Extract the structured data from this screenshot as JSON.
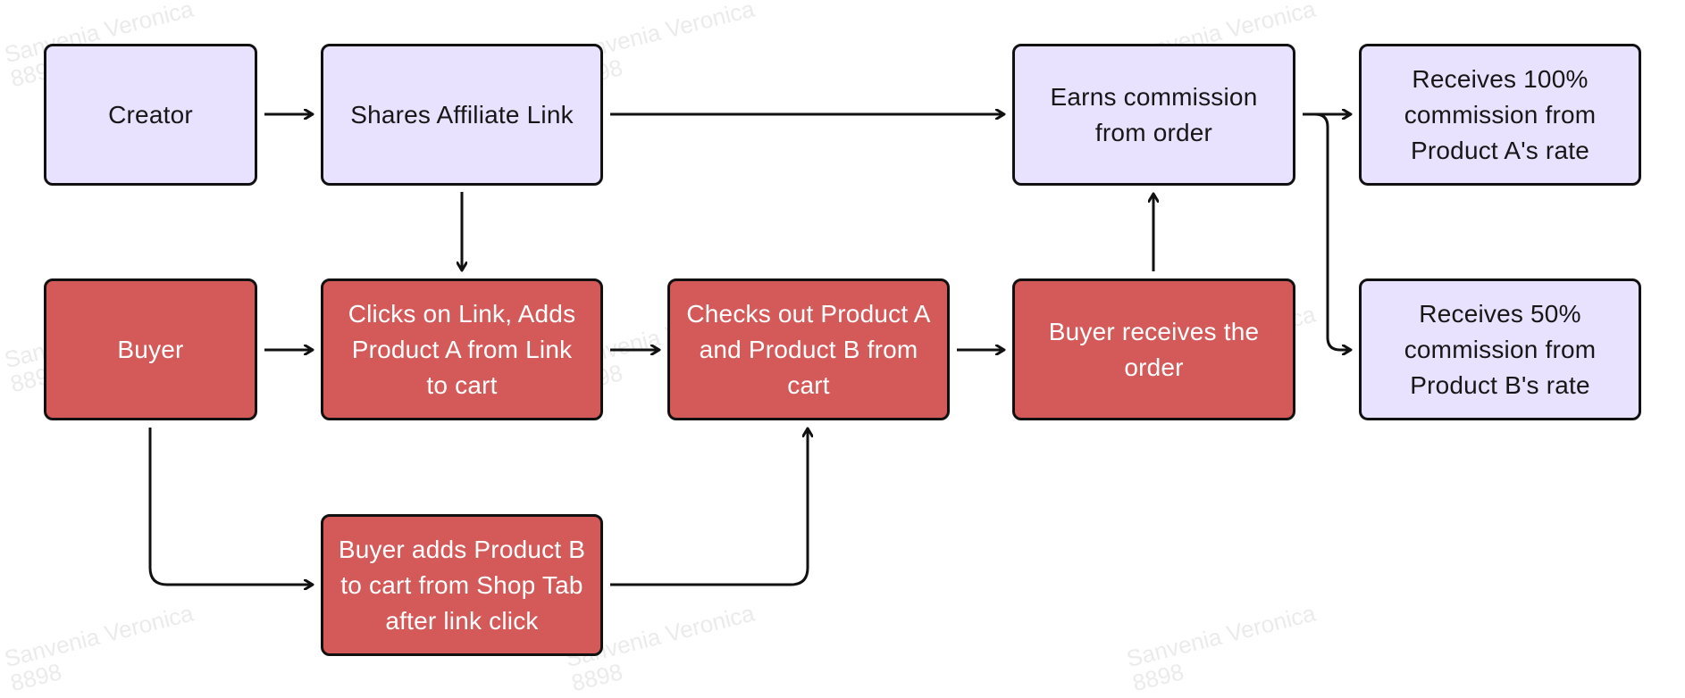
{
  "watermark": {
    "text": "Sanvenia Veronica\n8898"
  },
  "nodes": {
    "creator": "Creator",
    "shares_affiliate_link": "Shares Affiliate Link",
    "earns_commission": "Earns commission from order",
    "receives_100": "Receives 100% commission from Product A's rate",
    "buyer": "Buyer",
    "clicks_on_link": "Clicks on Link, Adds Product A from Link to cart",
    "checks_out": "Checks out Product A and Product B from cart",
    "buyer_receives_order": "Buyer receives the order",
    "receives_50": "Receives 50% commission from Product B's rate",
    "buyer_adds_product_b": "Buyer adds Product B to cart from Shop Tab after link click"
  },
  "colors": {
    "creator_fill": "#e9e2ff",
    "buyer_fill": "#d45a5a",
    "border": "#111111",
    "arrow": "#111111"
  }
}
